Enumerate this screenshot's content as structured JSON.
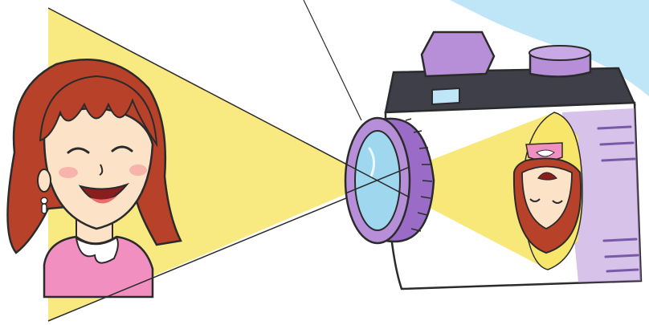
{
  "scene": {
    "subject": "girl",
    "device": "camera",
    "image_orientation": "inverted"
  },
  "colors": {
    "light_beam": "#F7E66A",
    "sky": "#BFE6F7",
    "hair": "#B8412A",
    "skin": "#FCE3C8",
    "shirt": "#F08FC0",
    "camera_body": "#B68FD8",
    "camera_top": "#3F3F4A",
    "lens_glass": "#9ED7EE",
    "outline": "#2B2B2B"
  },
  "icons": {
    "girl": "girl-face-icon",
    "camera": "camera-icon",
    "lens": "lens-icon",
    "inverted_image": "inverted-girl-icon"
  }
}
